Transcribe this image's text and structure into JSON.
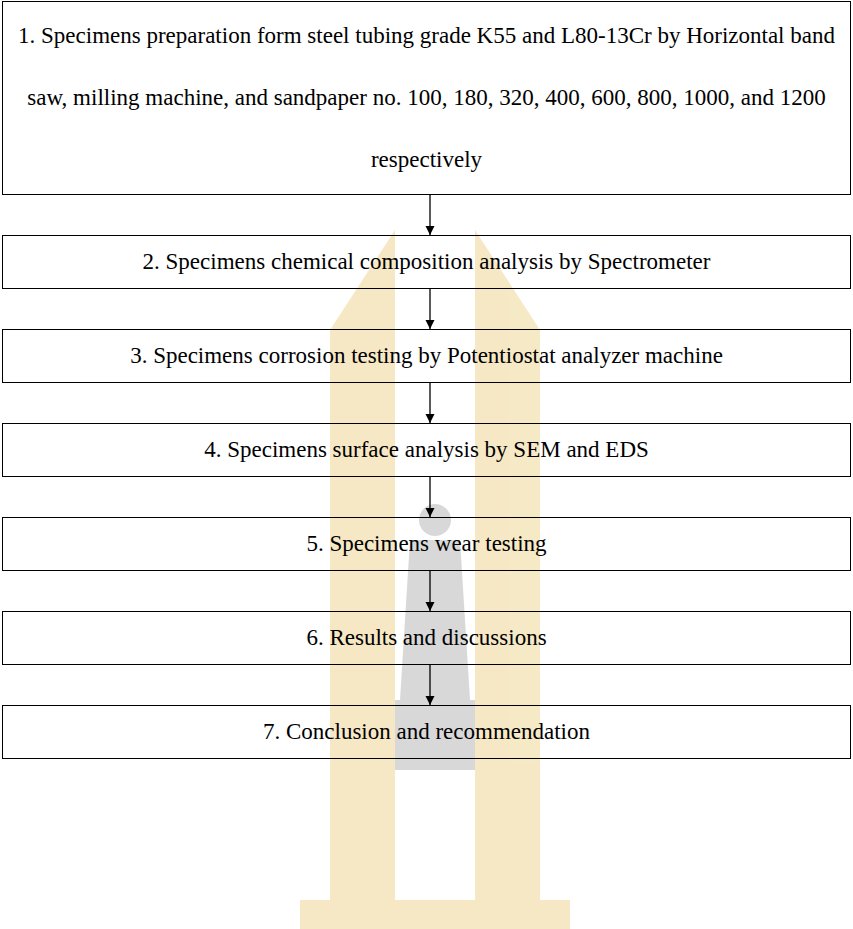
{
  "diagram": {
    "nodes": [
      {
        "text": [
          "1. Specimens preparation form steel tubing grade K55 and L80-13Cr by Horizontal band saw, milling machine, and sandpaper no. 100, 180, 320, 400, 600, 800, 1000, and 1200 respectively"
        ]
      },
      {
        "text": [
          "2. Specimens chemical composition analysis by Spectrometer"
        ]
      },
      {
        "text": [
          "3. Specimens corrosion testing by Potentiostat analyzer machine"
        ]
      },
      {
        "text": [
          "4. Specimens surface analysis by SEM and EDS"
        ]
      },
      {
        "text": [
          "5. Specimens wear testing"
        ]
      },
      {
        "text": [
          "6. Results and discussions"
        ]
      },
      {
        "text": [
          "7. Conclusion and recommendation"
        ]
      }
    ],
    "edges": [
      {
        "from": 0,
        "to": 1,
        "arrow": "to"
      },
      {
        "from": 1,
        "to": 2,
        "arrow": "to"
      },
      {
        "from": 2,
        "to": 3,
        "arrow": "to"
      },
      {
        "from": 3,
        "to": 4,
        "arrow": "to"
      },
      {
        "from": 4,
        "to": 5,
        "arrow": "to"
      },
      {
        "from": 5,
        "to": 6,
        "arrow": "to"
      }
    ]
  }
}
